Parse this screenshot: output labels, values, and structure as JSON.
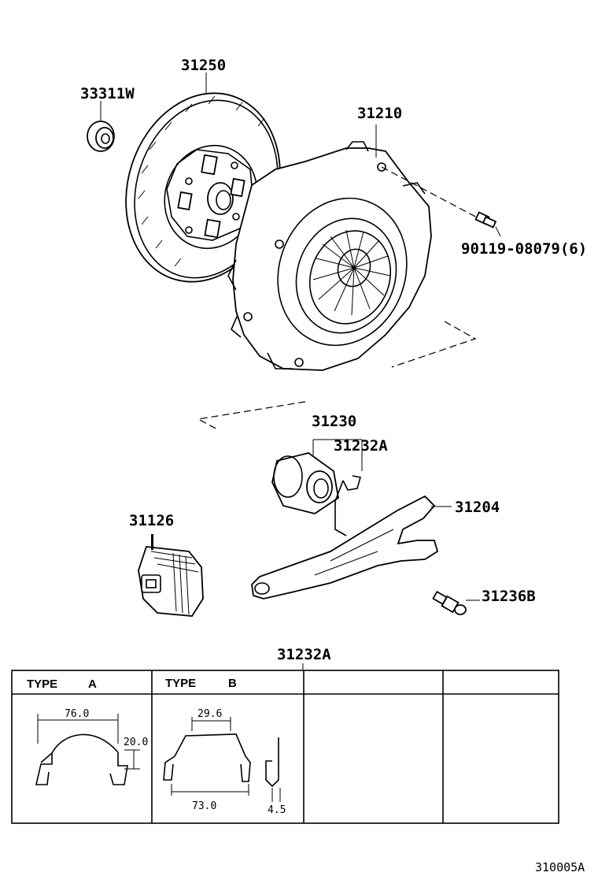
{
  "parts": {
    "bearing": "33311W",
    "disc": "31250",
    "cover": "31210",
    "bolt": "90119-08079(6)",
    "release_bearing": "31230",
    "clip_ref": "31232A",
    "fork": "31204",
    "boot": "31126",
    "ball_stud": "31236B"
  },
  "table": {
    "title": "31232A",
    "type_a_label": "TYPE",
    "type_a_value": "A",
    "type_b_label": "TYPE",
    "type_b_value": "B",
    "a_width": "76.0",
    "a_height": "20.0",
    "b_top": "29.6",
    "b_width": "73.0",
    "b_thick": "4.5"
  },
  "figure_id": "310005A"
}
